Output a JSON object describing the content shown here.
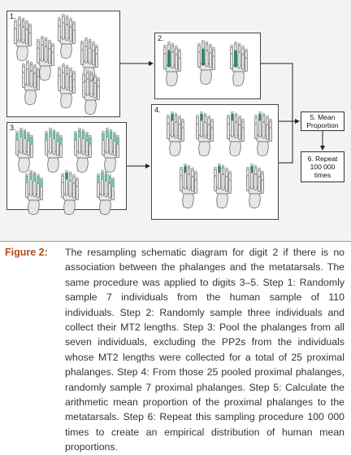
{
  "panels": {
    "p1": "1.",
    "p2": "2.",
    "p3": "3.",
    "p4": "4."
  },
  "boxes": {
    "step5": "5. Mean Proportion",
    "step6": "6. Repeat 100 000 times"
  },
  "colors": {
    "bone_fill": "#e6e6e6",
    "bone_stroke": "#555555",
    "highlight": "#2e8b7a",
    "highlight_light": "#7fc4b0",
    "caption_label": "#b24a1a"
  },
  "caption": {
    "label": "Figure 2:",
    "text": "The resampling schematic diagram for digit 2 if there is no association between the phalanges and the metatarsals. The same procedure was applied to digits 3–5. Step 1: Randomly sample 7 individuals from the human sample of 110 individuals. Step 2: Randomly sample three individuals and collect their MT2 lengths. Step 3: Pool the phalanges from all seven individuals, excluding the PP2s from the individuals whose MT2 lengths were collected for a total of 25 proximal phalanges. Step 4: From those 25 pooled proximal phalanges, randomly sample 7 proximal phalanges. Step 5: Calculate the arithmetic mean proportion of the proximal phalanges to the metatarsals. Step 6: Repeat this sampling procedure 100 000 times to create an empirical distribution of human mean proportions."
  }
}
